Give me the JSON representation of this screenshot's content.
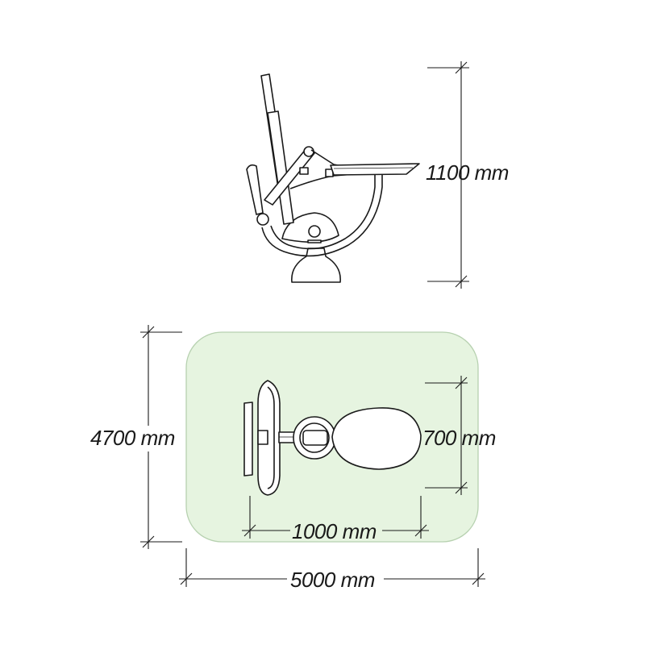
{
  "colors": {
    "zone_fill": "#e6f4e0",
    "zone_stroke": "#b7d1b0",
    "line": "#1a1a1a"
  },
  "dimensions": {
    "height": "1100 mm",
    "zone_depth": "4700 mm",
    "zone_width": "5000 mm",
    "equipment_length": "1000 mm",
    "equipment_width": "700 mm"
  }
}
